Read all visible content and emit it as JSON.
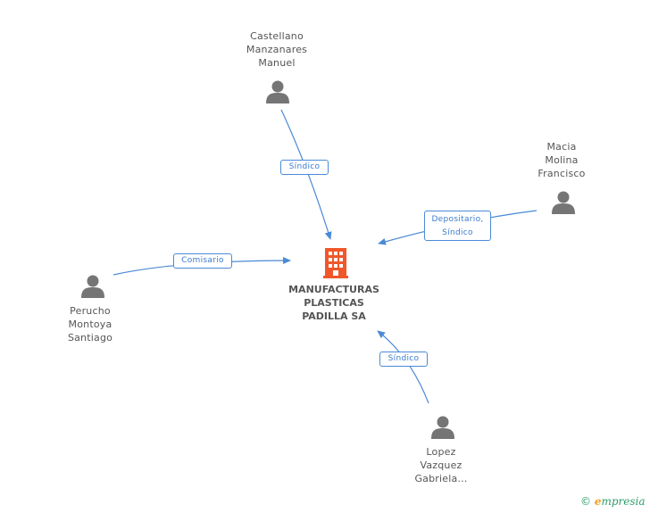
{
  "company": {
    "name": "MANUFACTURAS\nPLASTICAS\nPADILLA SA"
  },
  "people": [
    {
      "id": "castellano",
      "name": "Castellano\nManzanares\nManuel"
    },
    {
      "id": "macia",
      "name": "Macia\nMolina\nFrancisco"
    },
    {
      "id": "perucho",
      "name": "Perucho\nMontoya\nSantiago"
    },
    {
      "id": "lopez",
      "name": "Lopez\nVazquez\nGabriela..."
    }
  ],
  "roles": {
    "castellano": "Síndico",
    "macia": "Depositario,\nSíndico",
    "perucho": "Comisario",
    "lopez": "Síndico"
  },
  "colors": {
    "person": "#757575",
    "company": "#f0572a",
    "edge": "#4a8ad6"
  },
  "footer": {
    "copyright": "©",
    "brand_e": "e",
    "brand_rest": "mpresia"
  }
}
